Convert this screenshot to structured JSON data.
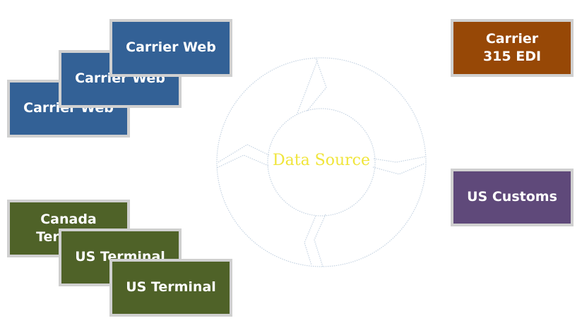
{
  "carrier_web": [
    "Carrier Web",
    "Carrier Web",
    "Carrier Web"
  ],
  "terminals": [
    "Canada Terminal",
    "US Terminal",
    "US Terminal"
  ],
  "carrier_edi": "Carrier 315 EDI",
  "us_customs": "US Customs",
  "center_label": "Data Source",
  "colors": {
    "carrier_web": "#336196",
    "terminal": "#4f6228",
    "carrier_edi": "#974806",
    "us_customs": "#5f497a",
    "box_border": "#d0d0d0",
    "center_text": "#f0e53a"
  }
}
